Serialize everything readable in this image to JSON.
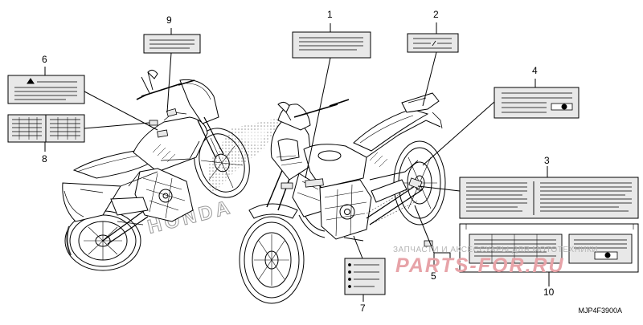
{
  "diagram": {
    "callouts": [
      "1",
      "2",
      "3",
      "4",
      "5",
      "6",
      "7",
      "8",
      "9",
      "10"
    ],
    "brand_mark": "HONDA",
    "watermark": {
      "line1": "ЗАПЧАСТИ И АКСЕССУАРЫ ДЛЯ МОТОТЕХНИКИ",
      "line2": "PARTS-FOR.RU"
    },
    "reference_code": "MJP4F3900A"
  },
  "colors": {
    "line": "#000000",
    "label_fill": "#e8e8e8",
    "watermark_text": "#e7a3a8",
    "brand_outline": "#9a9a9a"
  }
}
